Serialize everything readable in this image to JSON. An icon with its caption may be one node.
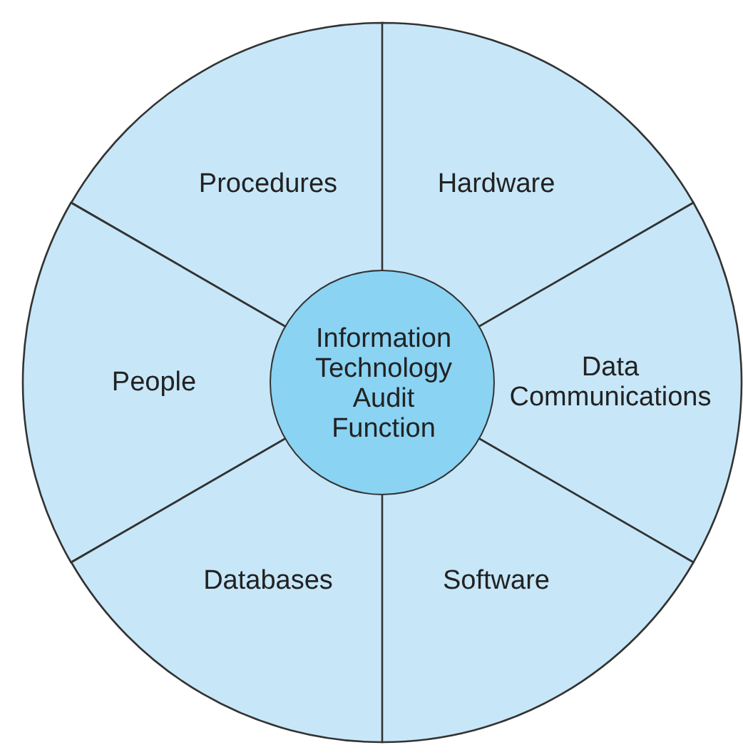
{
  "diagram": {
    "nodes": [
      {
        "text": [
          "Procedures"
        ]
      },
      {
        "text": [
          "Hardware"
        ]
      },
      {
        "text": [
          "People"
        ]
      },
      {
        "text": [
          "Information Technology Audit Function"
        ]
      },
      {
        "text": [
          "Data Communications"
        ]
      },
      {
        "text": [
          "Databases"
        ]
      },
      {
        "text": [
          "Software"
        ]
      }
    ]
  }
}
